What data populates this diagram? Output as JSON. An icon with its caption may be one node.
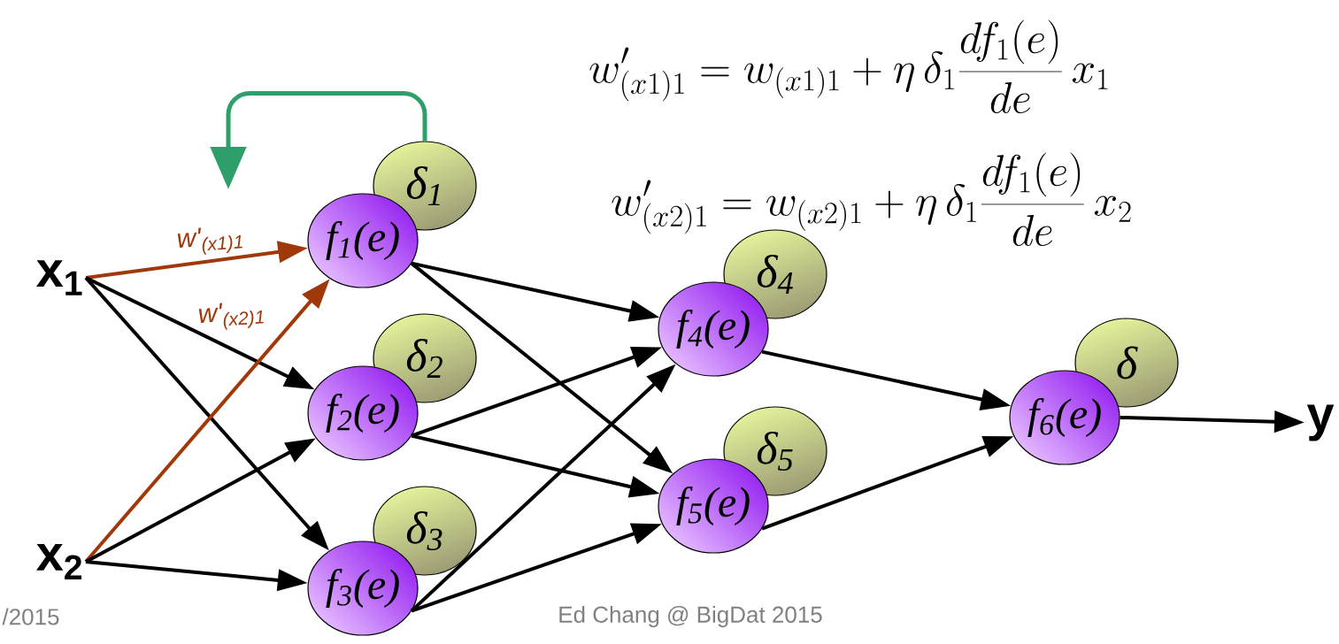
{
  "diagram": {
    "nodes": [
      {
        "text": [
          "x$_{1}$"
        ]
      },
      {
        "text": [
          "x$_{2}$"
        ]
      },
      {
        "text": [
          "δ$_{1}$"
        ]
      },
      {
        "text": [
          "f$_{1}$(e)"
        ]
      },
      {
        "text": [
          "δ$_{2}$"
        ]
      },
      {
        "text": [
          "f$_{2}$(e)"
        ]
      },
      {
        "text": [
          "δ$_{3}$"
        ]
      },
      {
        "text": [
          "f$_{3}$(e)"
        ]
      },
      {
        "text": [
          "δ$_{4}$"
        ]
      },
      {
        "text": [
          "f$_{4}$(e)"
        ]
      },
      {
        "text": [
          "δ$_{5}$"
        ]
      },
      {
        "text": [
          "f$_{5}$(e)"
        ]
      },
      {
        "text": [
          "δ"
        ]
      },
      {
        "text": [
          "f$_{6}$(e)"
        ]
      },
      {
        "text": [
          "y"
        ]
      }
    ],
    "edges": [
      {
        "from": 0,
        "to": 3,
        "arrow": "to",
        "label": "w'$_{(x1)1}$",
        "color": "#a0380a"
      },
      {
        "from": 0,
        "to": 5,
        "arrow": "to"
      },
      {
        "from": 0,
        "to": 7,
        "arrow": "to"
      },
      {
        "from": 1,
        "to": 3,
        "arrow": "to",
        "label": "w'$_{(x2)1}$",
        "color": "#a0380a"
      },
      {
        "from": 1,
        "to": 5,
        "arrow": "to"
      },
      {
        "from": 1,
        "to": 7,
        "arrow": "to"
      },
      {
        "from": 3,
        "to": 9,
        "arrow": "to"
      },
      {
        "from": 3,
        "to": 11,
        "arrow": "to"
      },
      {
        "from": 5,
        "to": 9,
        "arrow": "to"
      },
      {
        "from": 5,
        "to": 11,
        "arrow": "to"
      },
      {
        "from": 7,
        "to": 9,
        "arrow": "to"
      },
      {
        "from": 7,
        "to": 11,
        "arrow": "to"
      },
      {
        "from": 9,
        "to": 13,
        "arrow": "to"
      },
      {
        "from": 11,
        "to": 13,
        "arrow": "to"
      },
      {
        "from": 13,
        "to": 14,
        "arrow": "to"
      },
      {
        "from": 2,
        "to": null,
        "arrow": "to",
        "color": "#2e9e6a"
      }
    ],
    "labels": [
      "w'_{(x1)1} = w_{(x1)1} + \\eta\\,\\delta_1 \\frac{df_1(e)}{de}\\, x_1",
      "w'_{(x2)1} = w_{(x2)1} + \\eta\\,\\delta_1 \\frac{df_1(e)}{de}\\, x_2",
      "/2015",
      "Ed Chang @ BigDat 2015"
    ]
  }
}
